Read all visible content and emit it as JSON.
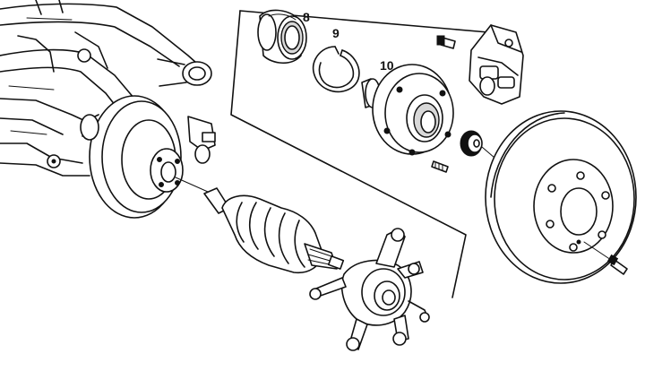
{
  "figure": {
    "callouts": [
      {
        "id": "bearing",
        "label": "8"
      },
      {
        "id": "circlip",
        "label": "9"
      },
      {
        "id": "hub-flange",
        "label": "10"
      }
    ],
    "line_color": "#111111",
    "background": "#ffffff",
    "parts": [
      "rear-axle-frame",
      "brake-drum-backing",
      "drive-shaft",
      "wheel-bearing",
      "circlip-ring",
      "wheel-hub-flange",
      "brake-caliper",
      "brake-disc",
      "wheel-carrier"
    ]
  }
}
